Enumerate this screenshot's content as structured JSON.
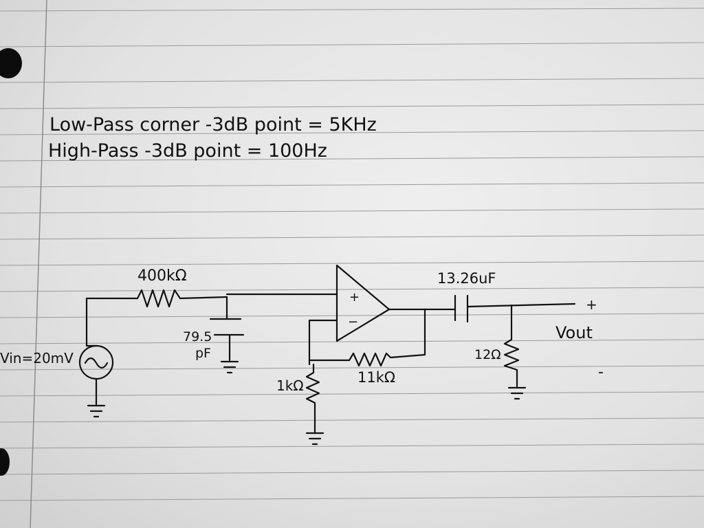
{
  "notes": {
    "line1": "Low-Pass corner -3dB point = 5KHz",
    "line2": "High-Pass -3dB point = 100Hz"
  },
  "circuit": {
    "vin_label": "Vin=20mV",
    "r_in_label": "400kΩ",
    "c_filter_value": "79.5",
    "c_filter_unit": "pF",
    "opamp_plus": "+",
    "opamp_minus": "−",
    "r_gnd_label": "1kΩ",
    "r_fb_label": "11kΩ",
    "c_out_label": "13.26uF",
    "r_load_label": "12Ω",
    "out_plus": "+",
    "vout_label": "Vout",
    "out_minus": "-"
  }
}
